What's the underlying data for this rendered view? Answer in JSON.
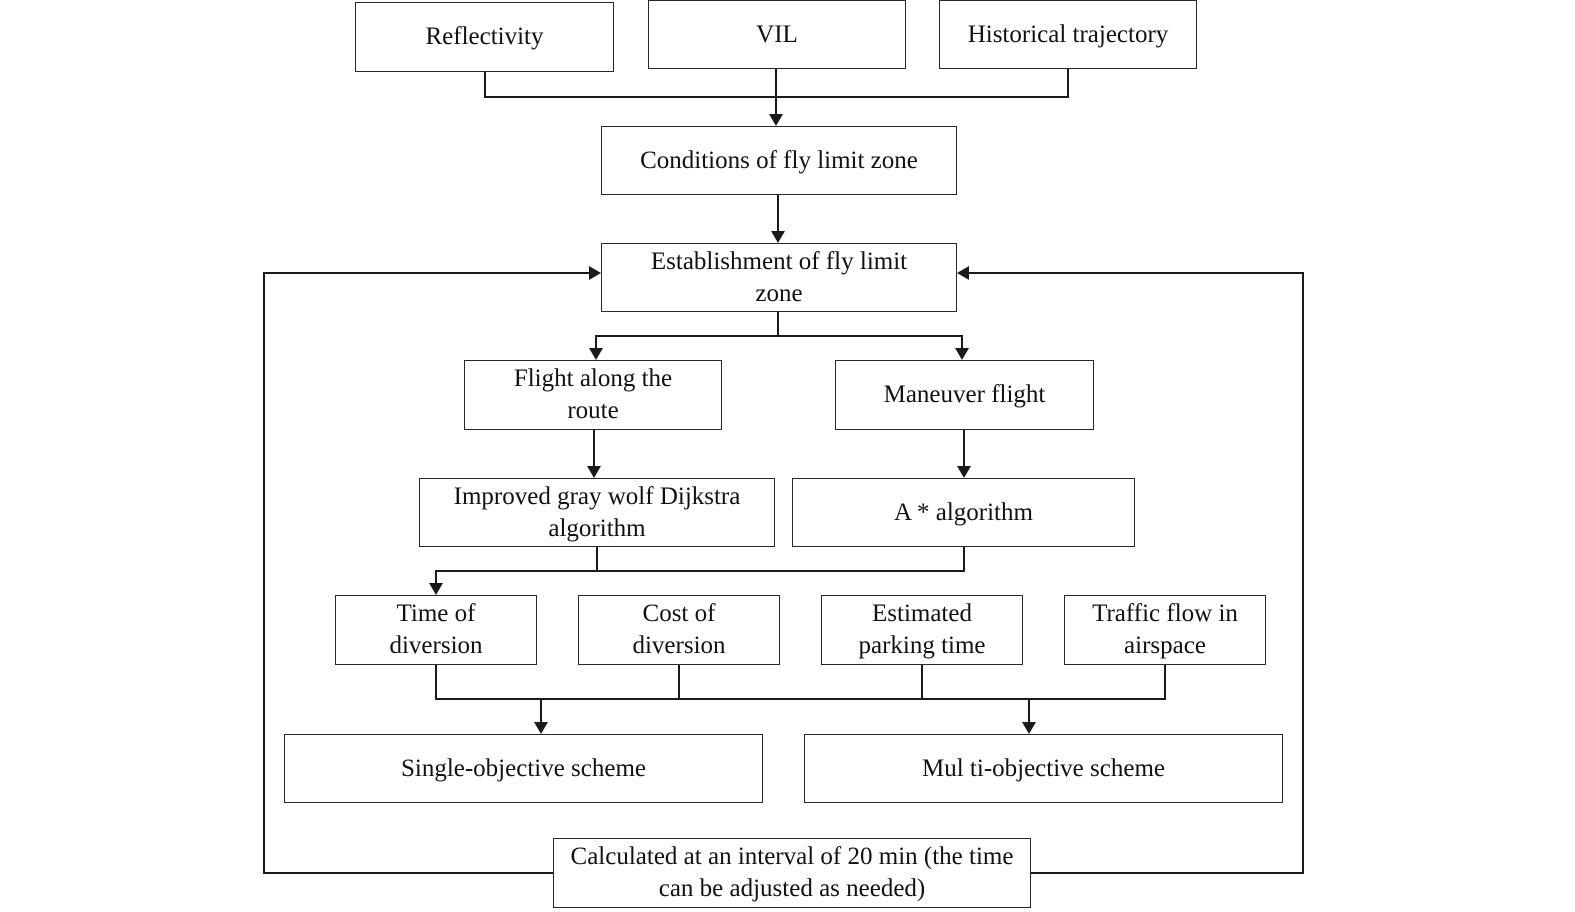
{
  "nodes": {
    "reflectivity": "Reflectivity",
    "vil": "VIL",
    "historical_trajectory": "Historical trajectory",
    "conditions": "Conditions of fly limit zone",
    "establishment": "Establishment of fly limit zone",
    "flight_along_route": "Flight along the route",
    "maneuver_flight": "Maneuver flight",
    "improved_gwo_dijkstra": "Improved gray wolf Dijkstra algorithm",
    "a_star": "A * algorithm",
    "time_of_diversion": "Time of diversion",
    "cost_of_diversion": "Cost of diversion",
    "estimated_parking_time": "Estimated parking time",
    "traffic_flow": "Traffic flow in airspace",
    "single_objective": "Single-objective scheme",
    "multi_objective": "Mul ti-objective scheme",
    "interval": "Calculated at an interval of 20 min (the time can be adjusted as needed)"
  },
  "edges": [
    {
      "from": "reflectivity",
      "to": "conditions"
    },
    {
      "from": "vil",
      "to": "conditions"
    },
    {
      "from": "historical_trajectory",
      "to": "conditions"
    },
    {
      "from": "conditions",
      "to": "establishment"
    },
    {
      "from": "establishment",
      "to": "flight_along_route"
    },
    {
      "from": "establishment",
      "to": "maneuver_flight"
    },
    {
      "from": "flight_along_route",
      "to": "improved_gwo_dijkstra"
    },
    {
      "from": "maneuver_flight",
      "to": "a_star"
    },
    {
      "from": "improved_gwo_dijkstra",
      "to": "time_of_diversion"
    },
    {
      "from": "a_star",
      "to": "time_of_diversion"
    },
    {
      "from": "time_of_diversion",
      "to": "single_objective"
    },
    {
      "from": "cost_of_diversion",
      "to": "single_objective"
    },
    {
      "from": "estimated_parking_time",
      "to": "multi_objective"
    },
    {
      "from": "traffic_flow",
      "to": "multi_objective"
    },
    {
      "from": "interval",
      "to": "establishment"
    }
  ]
}
